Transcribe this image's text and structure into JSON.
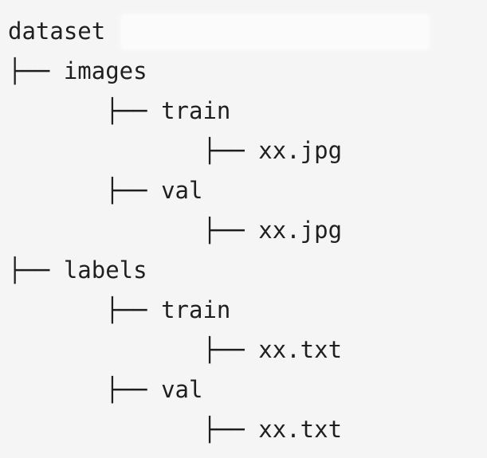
{
  "colors": {
    "background": "#f5f5f6",
    "text": "#1f1f1f",
    "smudge": "rgba(255,255,255,0.55)"
  },
  "tree": {
    "lines": [
      {
        "prefix": "",
        "label": "dataset"
      },
      {
        "prefix": "├── ",
        "label": "images"
      },
      {
        "prefix": "       ├── ",
        "label": "train"
      },
      {
        "prefix": "              ├── ",
        "label": "xx.jpg"
      },
      {
        "prefix": "       ├── ",
        "label": "val"
      },
      {
        "prefix": "              ├── ",
        "label": "xx.jpg"
      },
      {
        "prefix": "├── ",
        "label": "labels"
      },
      {
        "prefix": "       ├── ",
        "label": "train"
      },
      {
        "prefix": "              ├── ",
        "label": "xx.txt"
      },
      {
        "prefix": "       ├── ",
        "label": "val"
      },
      {
        "prefix": "              ├── ",
        "label": "xx.txt"
      }
    ]
  }
}
